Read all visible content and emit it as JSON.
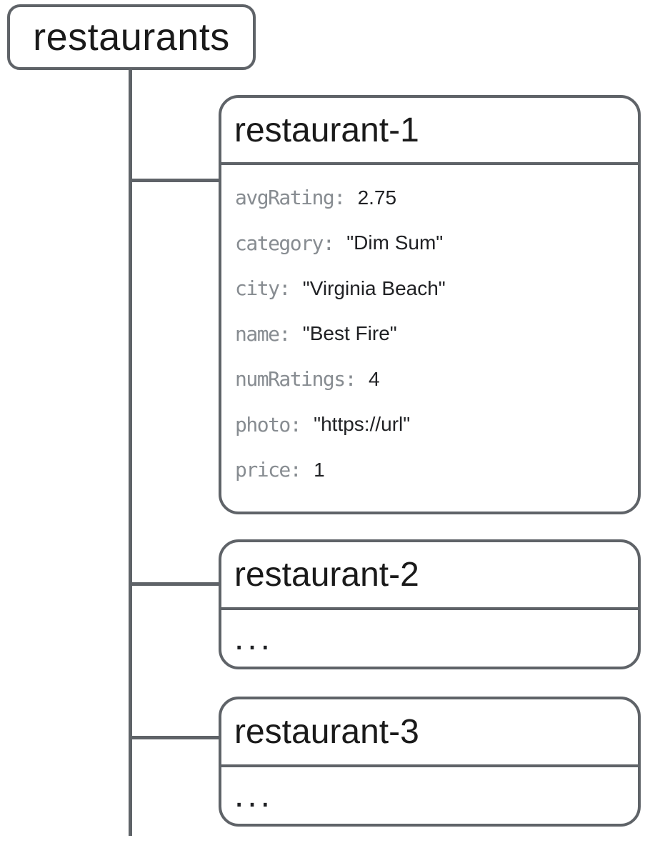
{
  "tree": {
    "root": {
      "label": "restaurants"
    },
    "documents": [
      {
        "label": "restaurant-1",
        "fields": [
          {
            "key": "avgRating:",
            "value": "2.75"
          },
          {
            "key": "category:",
            "value": "\"Dim Sum\""
          },
          {
            "key": "city:",
            "value": "\"Virginia Beach\""
          },
          {
            "key": "name:",
            "value": "\"Best Fire\""
          },
          {
            "key": "numRatings:",
            "value": "4"
          },
          {
            "key": "photo:",
            "value": "\"https://url\""
          },
          {
            "key": "price:",
            "value": "1"
          }
        ]
      },
      {
        "label": "restaurant-2",
        "body": "..."
      },
      {
        "label": "restaurant-3",
        "body": "..."
      }
    ],
    "colors": {
      "line": "#5f6368",
      "key_text": "#878c91",
      "value_text": "#202124",
      "header_text": "#1a1a1a",
      "background": "#ffffff"
    }
  }
}
